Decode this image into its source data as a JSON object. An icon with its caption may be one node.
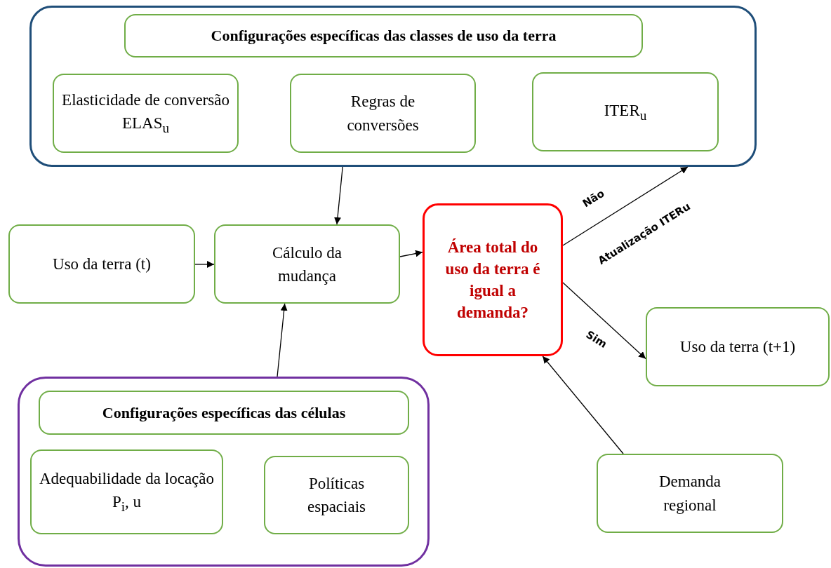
{
  "diagram": {
    "nodes": [
      {
        "text": [],
        "shape": "box"
      },
      {
        "text": [
          "Configurações específicas das classes de uso da terra"
        ],
        "in": 0
      },
      {
        "text": [
          "Elasticidade de conversão ELAS$_{u}$"
        ],
        "in": 0
      },
      {
        "text": [
          "Regras de conversões"
        ],
        "in": 0
      },
      {
        "text": [
          "ITER$_{u}$"
        ],
        "in": 0
      },
      {
        "text": [
          "Uso da terra (t)"
        ]
      },
      {
        "text": [
          "Cálculo da mudança"
        ]
      },
      {
        "text": [
          "Área total do uso da terra é igual a demanda?"
        ]
      },
      {
        "text": [
          "Uso da terra (t+1)"
        ]
      },
      {
        "text": [],
        "shape": "box"
      },
      {
        "text": [
          "Configurações específicas das células"
        ],
        "in": 9
      },
      {
        "text": [
          "Adequabilidade da locação P$_{i}$, u"
        ],
        "in": 9
      },
      {
        "text": [
          "Políticas espaciais"
        ],
        "in": 9
      },
      {
        "text": [
          "Demanda regional"
        ]
      }
    ],
    "edges": [
      {
        "from": 0,
        "to": 6,
        "arrow": "to"
      },
      {
        "from": 5,
        "to": 6,
        "arrow": "to"
      },
      {
        "from": 6,
        "to": 7,
        "arrow": "to"
      },
      {
        "from": 7,
        "to": 0,
        "arrow": "to",
        "label": "Não"
      },
      {
        "from": 7,
        "to": 8,
        "arrow": "to",
        "label": "Sim"
      },
      {
        "from": 13,
        "to": 7,
        "arrow": "to"
      },
      {
        "from": 9,
        "to": 6,
        "arrow": "to"
      }
    ],
    "labels": [
      "Atualização ITERu"
    ]
  }
}
